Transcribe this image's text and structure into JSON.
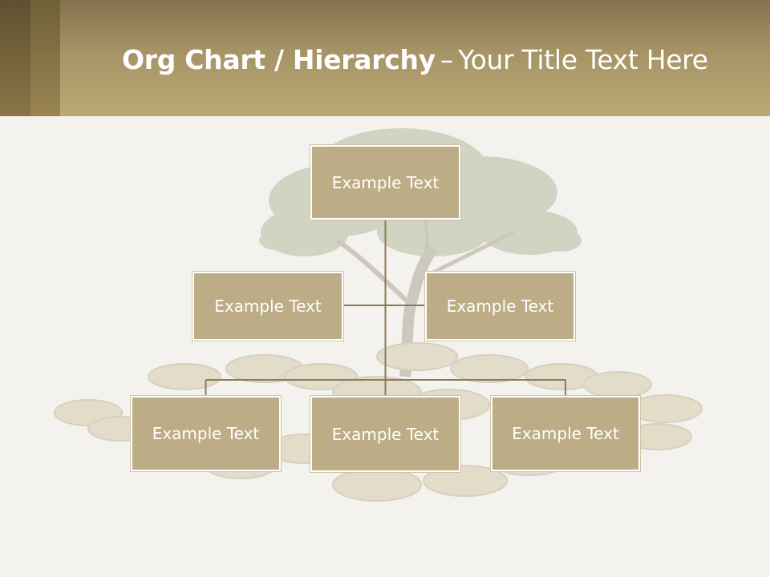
{
  "slide": {
    "title_bold": "Org Chart / Hierarchy",
    "title_dash": "–",
    "title_rest": "Your Title Text Here"
  },
  "org_chart": {
    "root": "Example Text",
    "assistants": [
      "Example Text",
      "Example Text"
    ],
    "children": [
      "Example Text",
      "Example Text",
      "Example Text"
    ]
  },
  "colors": {
    "header": "#a69466",
    "node_fill": "#bdad86",
    "connector": "#8c7a55",
    "background": "#f4f2ee"
  },
  "background_image": "tree-growing-from-coins-icon"
}
